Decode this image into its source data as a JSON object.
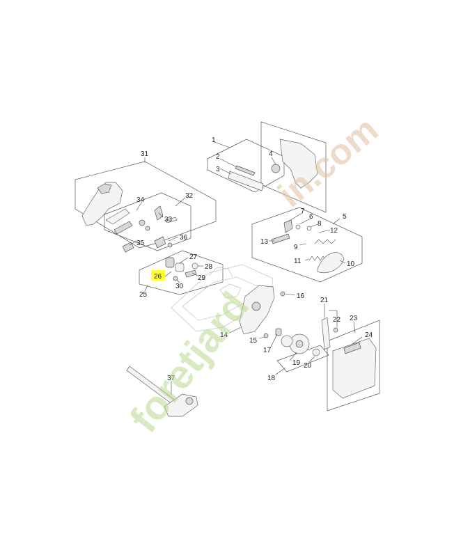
{
  "diagram": {
    "watermark": {
      "left": "foretjard",
      "right": "in.com"
    },
    "highlighted": "26",
    "colors": {
      "highlight": "#ffff33",
      "watermark_green": "#b7d98f",
      "watermark_orange": "#e4c6a7"
    },
    "labels": {
      "p1": "1",
      "p2": "2",
      "p3": "3",
      "p4": "4",
      "p5": "5",
      "p6": "6",
      "p7": "7",
      "p8": "8",
      "p9": "9",
      "p10": "10",
      "p11": "11",
      "p12": "12",
      "p13": "13",
      "p14": "14",
      "p15": "15",
      "p16": "16",
      "p17": "17",
      "p18": "18",
      "p19": "19",
      "p20": "20",
      "p21": "21",
      "p22": "22",
      "p23": "23",
      "p24": "24",
      "p25": "25",
      "p26": "26",
      "p27": "27",
      "p28": "28",
      "p29": "29",
      "p30": "30",
      "p31": "31",
      "p32": "32",
      "p33": "33",
      "p34": "34",
      "p35": "35",
      "p36": "36",
      "p37": "37"
    }
  }
}
